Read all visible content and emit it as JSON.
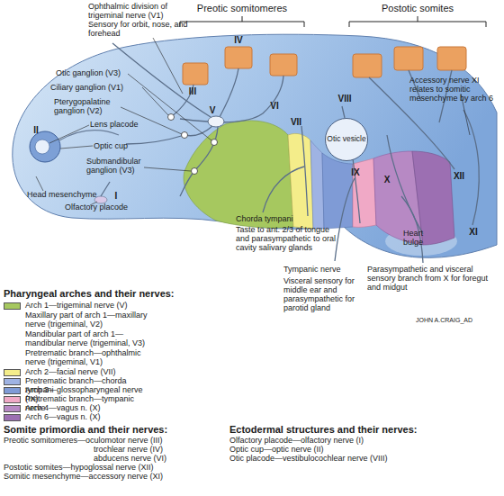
{
  "diagram": {
    "nodes": [
      {
        "text": [
          "Otic vesicle"
        ]
      }
    ],
    "labels": [
      "Ophthalmic division of trigeminal nerve (V1)",
      "Sensory for orbit, nose, and forehead",
      "Preotic somitomeres",
      "Postotic somites",
      "IV",
      "III",
      "V",
      "VI",
      "VII",
      "VIII",
      "Otic ganglion (V3)",
      "Ciliary ganglion (V1)",
      "Pterygopalatine ganglion (V2)",
      "Lens placode",
      "II",
      "Optic cup",
      "Submandibular ganglion (V3)",
      "Head mesenchyme",
      "I",
      "Olfactory placode",
      "Chorda tympani",
      "Taste to ant. 2/3 of tongue and parasympathetic to oral cavity salivary glands",
      "IX",
      "X",
      "XII",
      "XI",
      "Accessory nerve XI relates to somitic mesenchyme by arch 6",
      "Heart bulge",
      "Tympanic nerve",
      "Visceral sensory for middle ear and parasympathetic for parotid gland",
      "Parasympathetic and visceral sensory branch from X for foregut and midgut",
      "JOHN A.CRAIG_AD",
      "Pharyngeal arches and their nerves:",
      "Somite primordia and their nerves:",
      "Preotic somitomeres—oculomotor nerve (III)",
      "trochlear nerve (IV)",
      "abducens nerve (VI)",
      "Postotic somites—hypoglossal nerve (XII)",
      "Somitic mesenchyme—accessory nerve (XI)",
      "Ectodermal structures and their nerves:",
      "Olfactory placode—olfactory nerve (I)",
      "Optic cup—optic nerve (II)",
      "Otic placode—vestibulocochlear nerve (VIII)"
    ],
    "legend": [
      {
        "text": "Arch 1—trigeminal nerve (V)",
        "color": "#a6c85f"
      },
      {
        "text": "Maxillary part of arch 1—maxillary nerve (trigeminal, V2)"
      },
      {
        "text": "Mandibular part of arch 1—mandibular nerve (trigeminal, V3)"
      },
      {
        "text": "Pretrematic branch—ophthalmic nerve (trigeminal, V1)"
      },
      {
        "text": "Arch 2—facial nerve (VII)",
        "color": "#f4ed8a"
      },
      {
        "text": "Pretrematic branch—chorda tympani",
        "color": "#9fb3e3"
      },
      {
        "text": "Arch 3—glossopharyngeal nerve (IX)",
        "color": "#7f9bd6"
      },
      {
        "text": "Pretrematic branch—tympanic nerve",
        "color": "#f0a9c6"
      },
      {
        "text": "Arch 4—vagus n. (X)",
        "color": "#b789c4"
      },
      {
        "text": "Arch 6—vagus n. (X)",
        "color": "#9c6fb2"
      }
    ]
  }
}
